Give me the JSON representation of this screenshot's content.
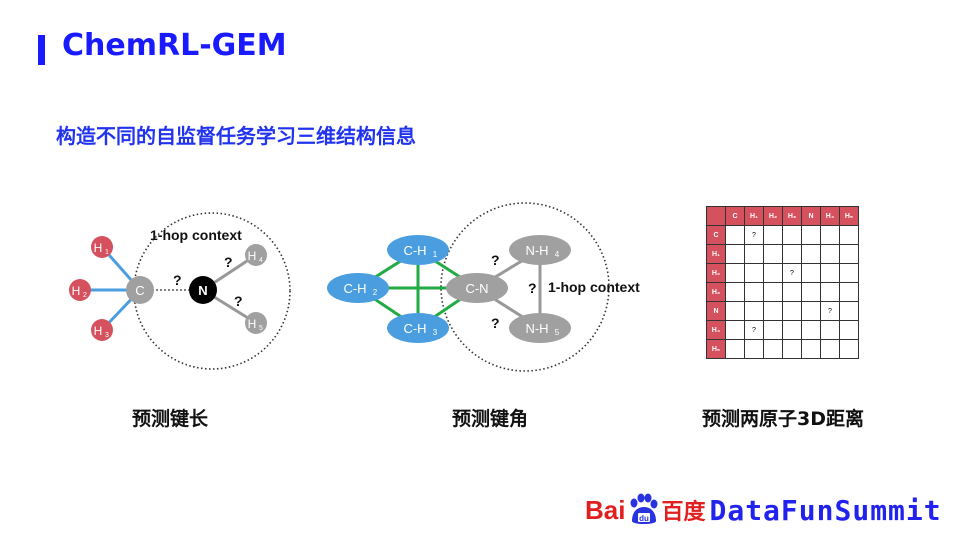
{
  "header": {
    "title": "ChemRL-GEM",
    "subtitle": "构造不同的自监督任务学习三维结构信息"
  },
  "captions": {
    "bond_length": "预测键长",
    "bond_angle": "预测键角",
    "distance": "预测两原子3D距离"
  },
  "diagram1": {
    "context_label": "1-hop context",
    "atoms": {
      "h1": "H",
      "h1_sub": "1",
      "h2": "H",
      "h2_sub": "2",
      "h3": "H",
      "h3_sub": "3",
      "h4": "H",
      "h4_sub": "4",
      "h5": "H",
      "h5_sub": "5",
      "c": "C",
      "n": "N"
    },
    "q": "?"
  },
  "diagram2": {
    "context_label": "1-hop context",
    "nodes": {
      "ch1": "C-H",
      "ch1_sub": "1",
      "ch2": "C-H",
      "ch2_sub": "2",
      "ch3": "C-H",
      "ch3_sub": "3",
      "cn": "C-N",
      "nh4": "N-H",
      "nh4_sub": "4",
      "nh5": "N-H",
      "nh5_sub": "5"
    },
    "q": "?"
  },
  "matrix": {
    "labels": [
      "C",
      "H₁",
      "H₂",
      "H₃",
      "N",
      "H₄",
      "H₅"
    ],
    "cells": [
      [
        "",
        "?",
        "",
        "",
        "",
        "",
        ""
      ],
      [
        "",
        "",
        "",
        "",
        "",
        "",
        ""
      ],
      [
        "",
        "",
        "",
        "?",
        "",
        "",
        ""
      ],
      [
        "",
        "",
        "",
        "",
        "",
        "",
        ""
      ],
      [
        "",
        "",
        "",
        "",
        "",
        "?",
        ""
      ],
      [
        "",
        "?",
        "",
        "",
        "",
        "",
        ""
      ],
      [
        "",
        "",
        "",
        "",
        "",
        "",
        ""
      ]
    ]
  },
  "footer": {
    "baidu_latin": "Bai",
    "baidu_cn": "百度",
    "brand": "DataFunSummit"
  },
  "colors": {
    "title": "#1a1aff",
    "hydrogen": "#d4515d",
    "carbon": "#a0a0a0",
    "nitrogen": "#000000",
    "blue_node": "#4a9ee0",
    "green_edge": "#22aa44"
  }
}
